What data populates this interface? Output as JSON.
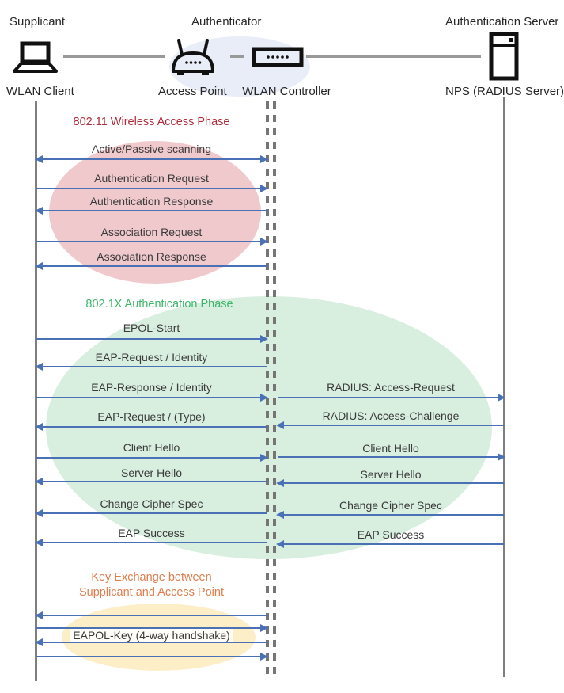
{
  "actors": {
    "supplicant": {
      "role": "Supplicant",
      "device": "WLAN Client",
      "icon": "laptop-icon"
    },
    "authenticator": {
      "role": "Authenticator",
      "device1": "Access Point",
      "device2": "WLAN Controller",
      "icon1": "access-point-icon",
      "icon2": "wlan-controller-icon"
    },
    "auth_server": {
      "role": "Authentication Server",
      "device": "NPS (RADIUS Server)",
      "icon": "server-icon"
    }
  },
  "phases": [
    {
      "title": "802.11 Wireless Access Phase",
      "color": "#B02C3C",
      "ellipse_color": "#F0C9CD",
      "messages": [
        {
          "label": "Active/Passive scanning",
          "direction": "both"
        },
        {
          "label": "Authentication Request",
          "direction": "right"
        },
        {
          "label": "Authentication Response",
          "direction": "left"
        },
        {
          "label": "Association Request",
          "direction": "right"
        },
        {
          "label": "Association Response",
          "direction": "left"
        }
      ]
    },
    {
      "title": "802.1X Authentication Phase",
      "color": "#3FB56B",
      "ellipse_color": "#D8EEDF",
      "messages": [
        {
          "label": "EPOL-Start",
          "direction": "right"
        },
        {
          "label": "EAP-Request / Identity",
          "direction": "left"
        },
        {
          "label": "EAP-Response / Identity",
          "direction": "right"
        },
        {
          "label": "EAP-Request / (Type)",
          "direction": "left"
        },
        {
          "label": "Client Hello",
          "direction": "right"
        },
        {
          "label": "Server Hello",
          "direction": "left"
        },
        {
          "label": "Change Cipher Spec",
          "direction": "left"
        },
        {
          "label": "EAP Success",
          "direction": "left"
        }
      ],
      "server_messages": [
        {
          "label": "RADIUS: Access-Request",
          "direction": "right"
        },
        {
          "label": "RADIUS: Access-Challenge",
          "direction": "left"
        },
        {
          "label": "Client Hello",
          "direction": "right"
        },
        {
          "label": "Server Hello",
          "direction": "left"
        },
        {
          "label": "Change Cipher Spec",
          "direction": "left"
        },
        {
          "label": "EAP Success",
          "direction": "left"
        }
      ]
    },
    {
      "title_line1": "Key Exchange between",
      "title_line2": "Supplicant and Access Point",
      "color": "#DF7E4D",
      "ellipse_color": "#FCEFC8",
      "messages": [
        {
          "label": "EAPOL-Key (4-way handshake)",
          "direction": "alternating"
        }
      ]
    }
  ],
  "colors": {
    "arrow_blue": "#4A71B6",
    "lifeline_gray": "#7F7F7F",
    "authenticator_ellipse": "#E9EDF7"
  }
}
